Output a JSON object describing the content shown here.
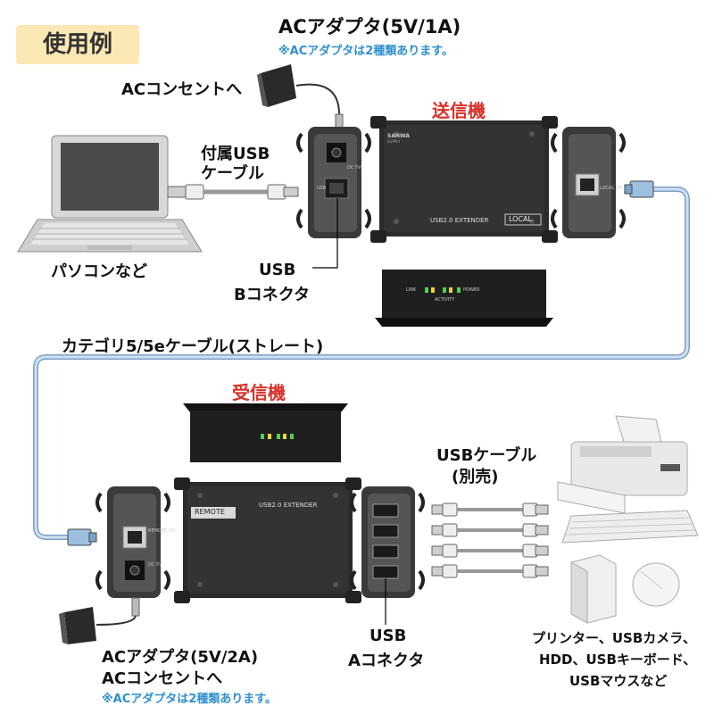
{
  "title_badge": "使用例",
  "colors": {
    "badge_bg": "#fbe8b4",
    "accent_red": "#d8322a",
    "note_blue": "#2f8fd0",
    "cable_blue": "#9dbfe0",
    "device_dark": "#2b2b2b"
  },
  "top": {
    "adapter_label": "ACアダプタ(5V/1A)",
    "adapter_note": "※ACアダプタは2種類あります。",
    "outlet_label": "ACコンセントへ",
    "usb_cable_label_1": "付属USB",
    "usb_cable_label_2": "ケーブル",
    "pc_label": "パソコンなど",
    "bconnector_1": "USB",
    "bconnector_2": "Bコネクタ",
    "sender_label": "送信機",
    "sender_panel_text": "USB2.0 EXTENDER",
    "sender_badge": "LOCAL",
    "brand": "SANWA",
    "brand_sub": "SUPPLY",
    "led_link": "LINK",
    "led_activity": "ACTIVITY",
    "led_power": "POWER",
    "side_dc": "DC 5V",
    "side_usb": "USB",
    "side_local": "LOCAL I/O"
  },
  "middle": {
    "cat_cable_label": "カテゴリ5/5eケーブル(ストレート)"
  },
  "bottom": {
    "receiver_label": "受信機",
    "receiver_panel_text": "USB2.0 EXTENDER",
    "receiver_badge": "REMOTE",
    "usb_cable_label_1": "USBケーブル",
    "usb_cable_label_2": "(別売)",
    "aconnector_1": "USB",
    "aconnector_2": "Aコネクタ",
    "adapter_label": "ACアダプタ(5V/2A)",
    "outlet_label": "ACコンセントへ",
    "adapter_note": "※ACアダプタは2種類あります。",
    "devices_1": "プリンター、USBカメラ、",
    "devices_2": "HDD、USBキーボード、",
    "devices_3": "USBマウスなど",
    "side_remote": "REMOTE I/O",
    "side_dc": "DC 5V"
  }
}
